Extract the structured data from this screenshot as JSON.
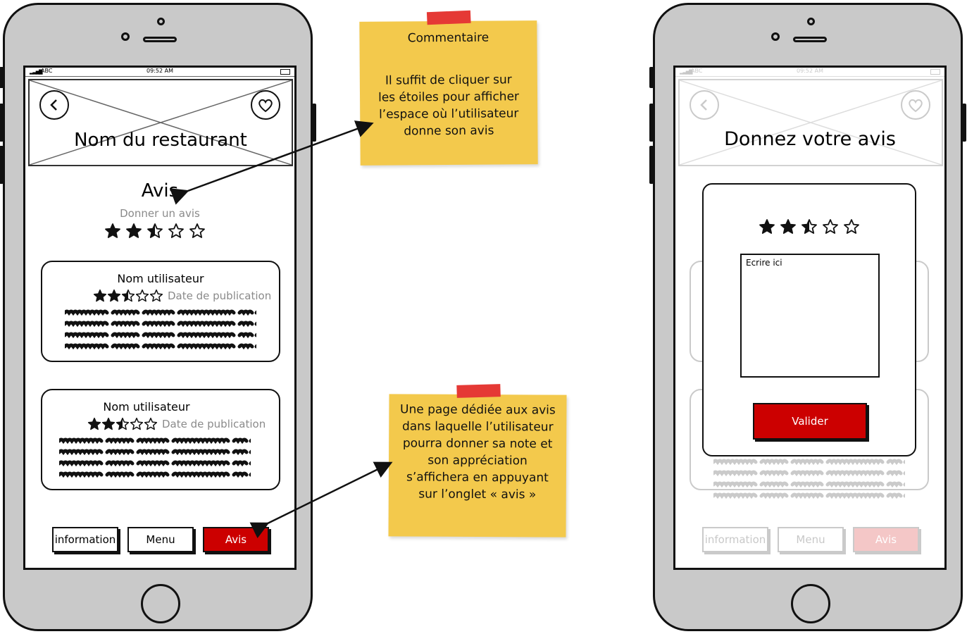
{
  "phone_left": {
    "status": {
      "carrier": "ABC",
      "time": "09:52 AM"
    },
    "header_title": "Nom du restaurant",
    "section_title": "Avis",
    "rate_prompt": "Donner un avis",
    "rating_stars": 2.5,
    "reviews": [
      {
        "user": "Nom utilisateur",
        "date": "Date de publication",
        "stars": 2.5
      },
      {
        "user": "Nom utilisateur",
        "date": "Date de publication",
        "stars": 2.5
      }
    ],
    "tabs": [
      "information",
      "Menu",
      "Avis"
    ],
    "active_tab": "Avis"
  },
  "phone_right": {
    "status": {
      "carrier": "ABC",
      "time": "09:52 AM"
    },
    "header_title": "Donnez votre avis",
    "rating_stars": 2.5,
    "textarea_placeholder": "Ecrire ici",
    "validate_label": "Valider",
    "tabs": [
      "information",
      "Menu",
      "Avis"
    ]
  },
  "notes": {
    "top": {
      "title": "Commentaire",
      "body": "Il suffit de cliquer sur les étoiles pour afficher l’espace où l’utilisateur donne son avis"
    },
    "bottom": {
      "body": "Une page dédiée aux avis dans laquelle l’utilisateur pourra donner sa note et son appréciation s’affichera en appuyant sur l’onglet « avis »"
    }
  },
  "colors": {
    "accent_red": "#cc0000",
    "note_yellow": "#f3c94c",
    "tape_red": "#e53935",
    "device_gray": "#c9c9c9"
  }
}
